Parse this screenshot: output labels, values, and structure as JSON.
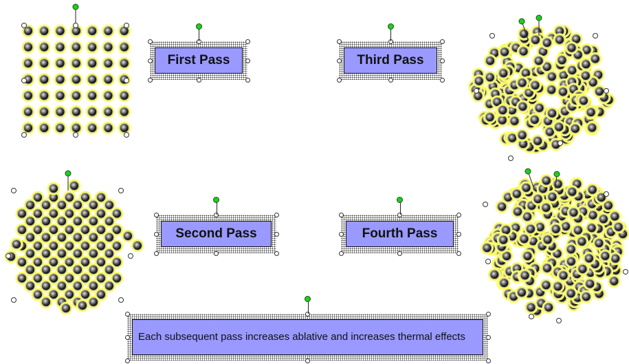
{
  "labels": {
    "first_pass": "First Pass",
    "second_pass": "Second Pass",
    "third_pass": "Third Pass",
    "fourth_pass": "Fourth Pass",
    "caption": "Each subsequent pass increases ablative and increases thermal effects"
  },
  "colors": {
    "label_fill": "#9999ff",
    "dot_halo": "#ffff66",
    "dot_core": "#333333",
    "selection_handle": "#ffffff",
    "rotation_handle": "#22cc22"
  },
  "grids": {
    "first_pass": {
      "rows": 7,
      "cols": 7
    }
  }
}
